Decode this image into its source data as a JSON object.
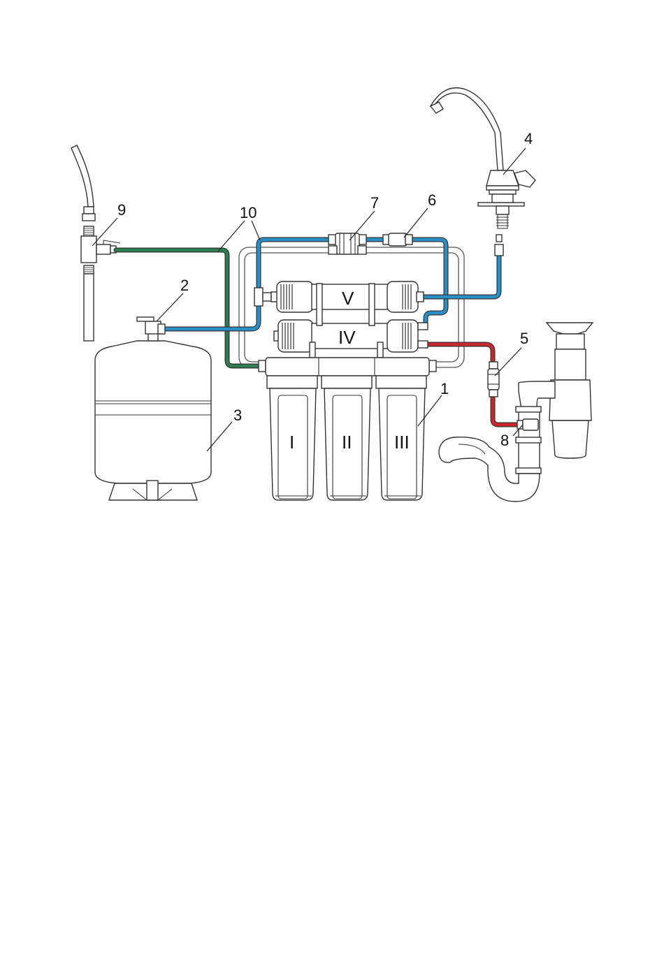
{
  "colors": {
    "inlet_line": "#2e7d4f",
    "pure_water_line": "#2a8fc9",
    "drain_line": "#c8282e",
    "outline": "#333333",
    "background": "#ffffff"
  },
  "labels": {
    "n1": "1",
    "n2": "2",
    "n3": "3",
    "n4": "4",
    "n5": "5",
    "n6": "6",
    "n7": "7",
    "n8": "8",
    "n9": "9",
    "n10": "10"
  },
  "stages": {
    "s1": "I",
    "s2": "II",
    "s3": "III",
    "s4": "IV",
    "s5": "V"
  }
}
